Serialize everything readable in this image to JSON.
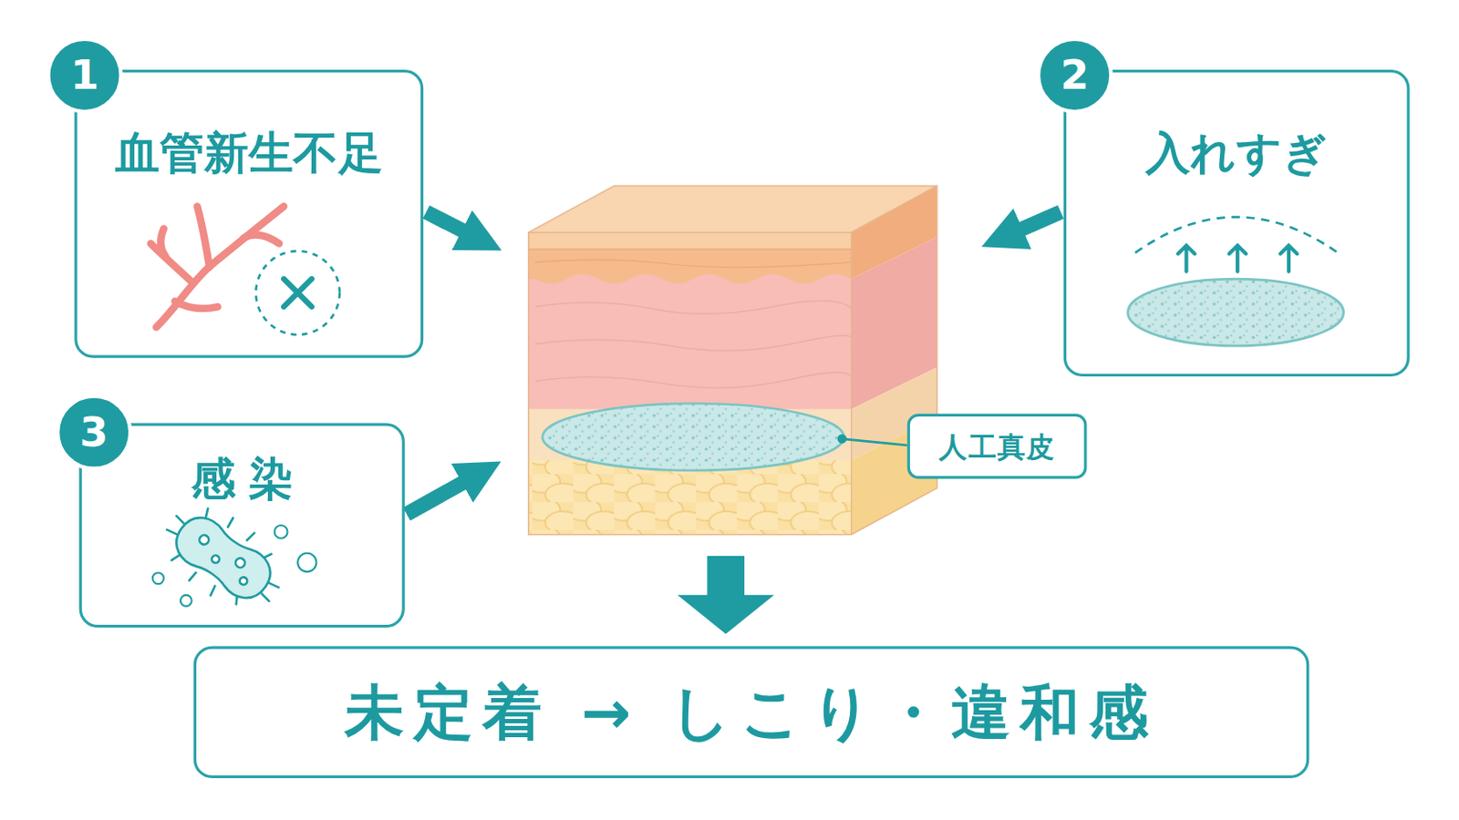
{
  "diagram": {
    "nodes": [
      {
        "text": [
          "1"
        ]
      },
      {
        "text": [
          "血管新生不足"
        ]
      },
      {
        "text": [
          "2"
        ]
      },
      {
        "text": [
          "入れすぎ"
        ]
      },
      {
        "text": [
          "3"
        ]
      },
      {
        "text": [
          "感染"
        ]
      },
      {
        "text": [
          "人工真皮"
        ]
      },
      {
        "text": [
          "未定着 → しこり・違和感"
        ]
      }
    ]
  }
}
